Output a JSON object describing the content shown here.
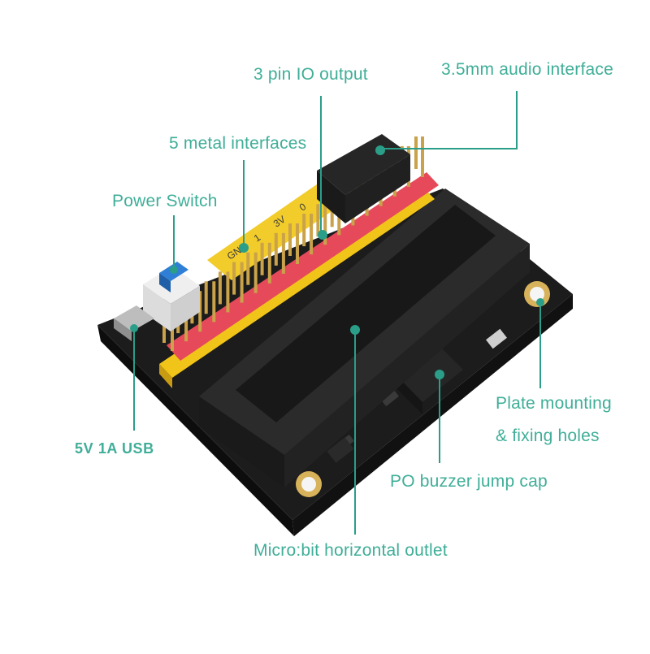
{
  "colors": {
    "label_text": "#3fae98",
    "leader_line": "#2a9e88",
    "marker_dot": "#2a9e88",
    "pcb": "#1f1f1f",
    "connector": "#232323",
    "header_yellow": "#f0c419",
    "header_red": "#e64a5a",
    "pin_gold": "#c9a24a",
    "switch_blue": "#2f7fd6",
    "hole_gold": "#d8b25a"
  },
  "labels": {
    "io_output": "3 pin IO output",
    "audio": "3.5mm audio interface",
    "metal": "5 metal interfaces",
    "power_switch": "Power Switch",
    "usb": "5V  1A  USB",
    "mounting_line1": "Plate mounting",
    "mounting_line2": "& fixing holes",
    "buzzer": "PO buzzer jump cap",
    "outlet": "Micro:bit horizontal outlet"
  },
  "silkscreen": {
    "pad_labels": [
      "GND",
      "1",
      "3V",
      "0"
    ]
  }
}
